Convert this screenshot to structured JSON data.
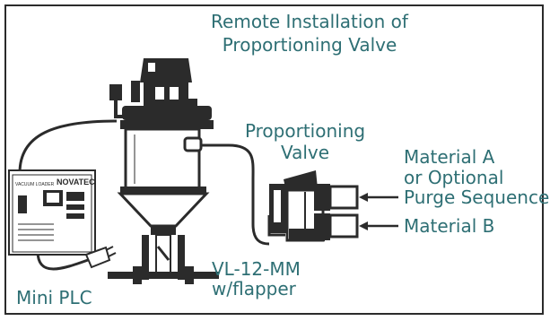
{
  "title": {
    "line1": "Remote Installation of",
    "line2": "Proportioning Valve"
  },
  "labels": {
    "valve_line1": "Proportioning",
    "valve_line2": "Valve",
    "material_a_line1": "Material A",
    "material_a_line2": "or Optional",
    "material_a_line3": "Purge Sequence",
    "material_b": "Material B",
    "loader_line1": "VL-12-MM",
    "loader_line2": "w/flapper",
    "plc": "Mini PLC"
  },
  "plc_panel": {
    "brand": "NOVATEC",
    "heading": "VACUUM LOADER"
  },
  "colors": {
    "label_teal": "#2e6f74",
    "equipment": "#2b2b2b",
    "background": "#ffffff"
  }
}
